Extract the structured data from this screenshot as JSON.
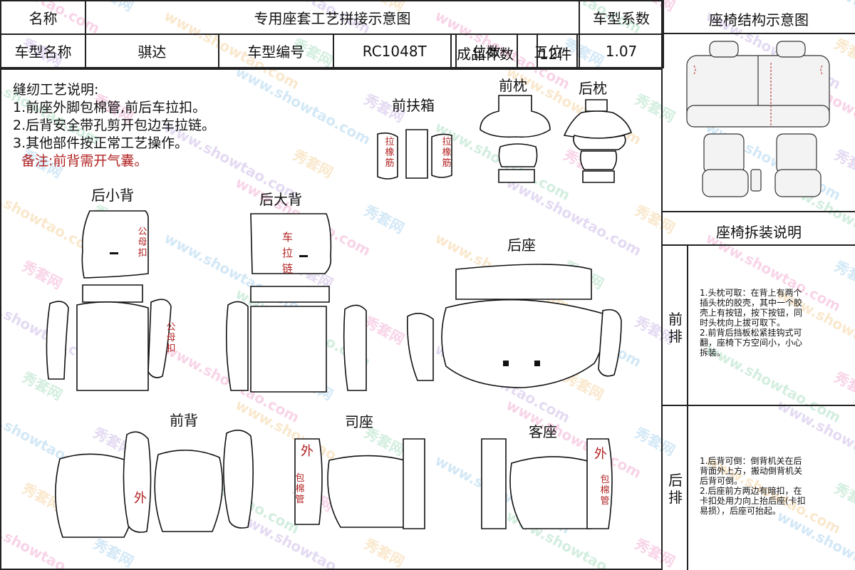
{
  "header": {
    "row1": {
      "name_label": "名称",
      "title": "专用座套工艺拼接示意图",
      "coef_label": "车型系数"
    },
    "row2": {
      "model_name_label": "车型名称",
      "model_name": "骐达",
      "model_no_label": "车型编号",
      "model_no": "RC1048T",
      "seats_label": "位数",
      "seats": "五位",
      "pieces_label": "成品件数",
      "pieces": "12件",
      "coef": "1.07"
    }
  },
  "side_panel": {
    "structure_title": "座椅结构示意图",
    "disassembly_title": "座椅拆装说明",
    "front_row": {
      "label": "前排",
      "lines": [
        "1.头枕可取：在背上有两个",
        "插头枕的胶壳，其中一个胶",
        "壳上有按钮，按下按钮，同",
        "时头枕向上拔可取下。",
        "2.前背后挡板松紧挂钩式可",
        "翻，座椅下方空间小，小心",
        "拆装。"
      ]
    },
    "rear_row": {
      "label": "后排",
      "lines": [
        "1.后背可倒：倒背机关在后",
        "背面外上方，搬动倒背机关",
        "后背可倒。",
        "2.后座前方两边有暗扣，在",
        "卡扣处用力向上抬后座(卡扣",
        "易损），后座可抬起。"
      ]
    }
  },
  "notes": {
    "title": "缝纫工艺说明:",
    "items": [
      "1.前座外脚包棉管,前后车拉扣。",
      "2.后背安全带孔剪开包边车拉链。",
      "3.其他部件按正常工艺操作。"
    ],
    "remark": "备注:前背需开气囊。"
  },
  "parts": {
    "front_armrest": "前扶箱",
    "front_pillow": "前枕",
    "rear_pillow": "后枕",
    "rear_small_back": "后小背",
    "rear_big_back": "后大背",
    "rear_seat": "后座",
    "front_back": "前背",
    "driver_seat": "司座",
    "passenger_seat": "客座"
  },
  "red_labels": {
    "elastic": "拉橡筋",
    "snap": "公母扣",
    "zipper": "车拉链",
    "outer": "外",
    "cotton_tube": "包棉管"
  },
  "watermark": {
    "text_a": "秀套网",
    "text_b": "www.showtao.com",
    "colors": [
      "#e0409a",
      "#3a9ad9",
      "#8a5cc9",
      "#e89a20",
      "#3cb371"
    ]
  },
  "colors": {
    "line": "#222222",
    "accent_red": "#b22222"
  }
}
